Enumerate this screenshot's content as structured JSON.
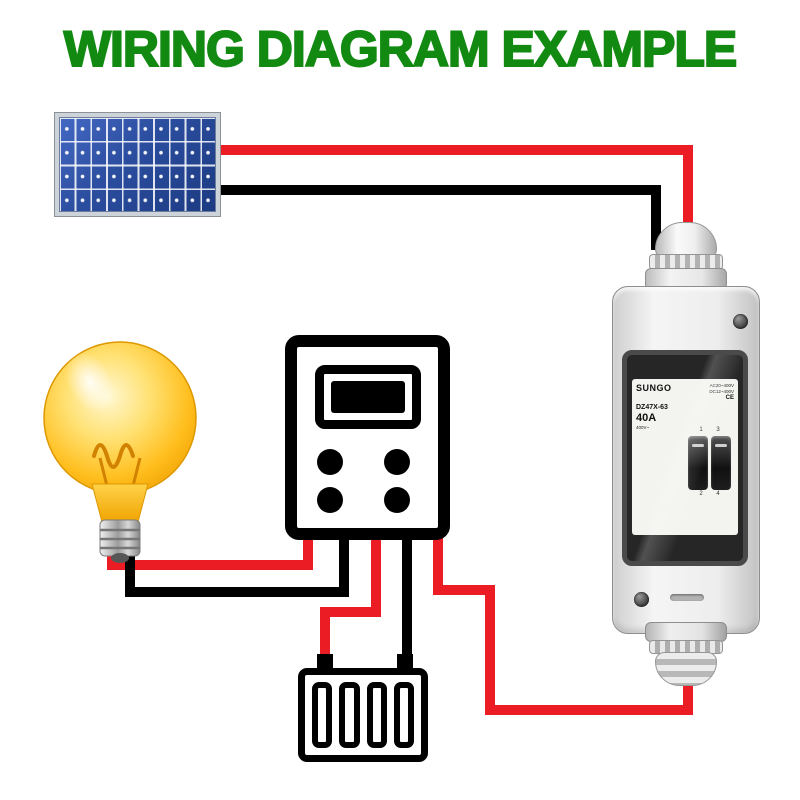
{
  "title": "WIRING DIAGRAM EXAMPLE",
  "colors": {
    "title_green": "#128a12",
    "wire_red": "#ec1c24",
    "wire_black": "#000000",
    "panel_blue": "#2b4d9e",
    "bulb_yellow": "#ffc20e",
    "device_gray": "#ededed"
  },
  "components": {
    "solar_panel": {
      "type": "photovoltaic panel"
    },
    "light_bulb": {
      "type": "incandescent bulb load"
    },
    "controller": {
      "type": "charge controller",
      "button_count": 4
    },
    "battery": {
      "type": "battery bank",
      "cell_count": 4
    },
    "breaker": {
      "brand": "SUNGO",
      "model": "DZ47X-63",
      "rating": "40A",
      "spec_line_1": "AC20~400V",
      "spec_line_2": "DC12~400V",
      "fine_print": "400V~",
      "ce_mark": "CE",
      "pole_numbers_top": "1 3",
      "pole_numbers_bottom": "2 4"
    }
  }
}
